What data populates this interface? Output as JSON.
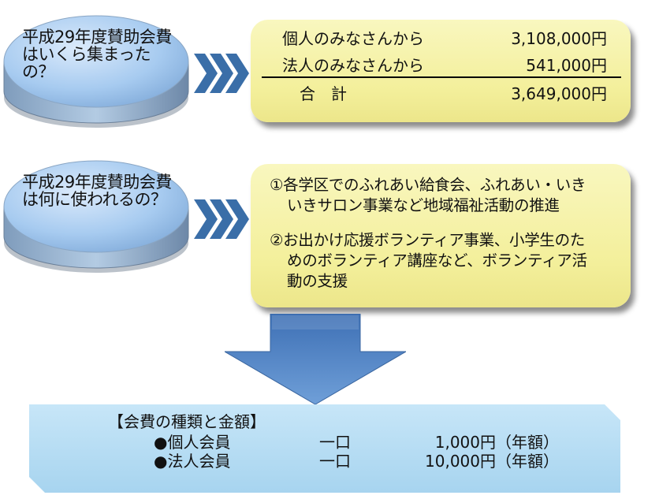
{
  "section1": {
    "question": "平成29年度賛助会費はいくら集まったの？",
    "rows": [
      {
        "label": "個人のみなさんから",
        "amount": "3,108,000円"
      },
      {
        "label": "法人のみなさんから",
        "amount": "541,000円"
      }
    ],
    "total": {
      "label": "合　計",
      "amount": "3,649,000円"
    }
  },
  "section2": {
    "question": "平成29年度賛助会費は何に使われるの？",
    "uses": [
      {
        "line1": "①各学区でのふれあい給食会、ふれあい・いき",
        "line2": "いきサロン事業など地域福祉活動の推進"
      },
      {
        "line1": "②お出かけ応援ボランティア事業、小学生のた",
        "line2": "めのボランティア講座など、ボランティア活",
        "line3": "動の支援"
      }
    ]
  },
  "fees": {
    "title": "【会費の種類と金額】",
    "items": [
      {
        "name": "●個人会員",
        "unit": "一口",
        "amount": "1,000円（年額）"
      },
      {
        "name": "●法人会員",
        "unit": "一口",
        "amount": "10,000円（年額）"
      }
    ]
  },
  "colors": {
    "cylinder_top": "#a9cdf2",
    "cylinder_side": "#6f8fb2",
    "chevron": "#3a6ea8",
    "panel": "#f3ef9a",
    "fee_box": "#b7def4",
    "down_arrow": "#4f7fbf"
  }
}
